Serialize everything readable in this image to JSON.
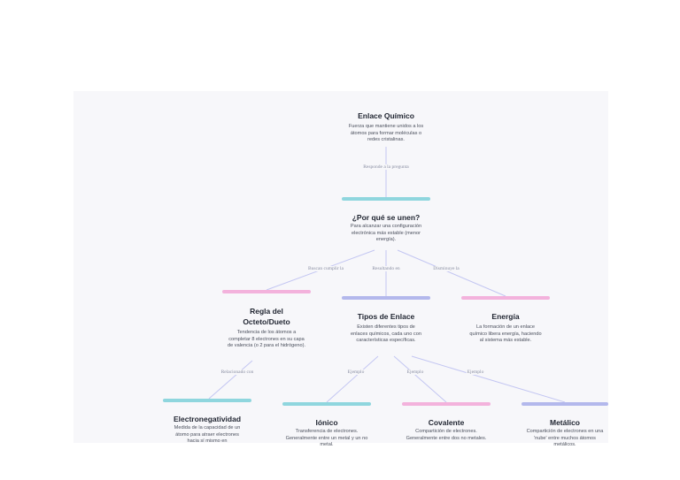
{
  "colors": {
    "cyan": "#8fd6de",
    "pink": "#f3b2dc",
    "lavender": "#b3b8ec",
    "edge": "#c3c6f2"
  },
  "nodes": {
    "root": {
      "title": "Enlace Químico",
      "desc": "Fuerza que mantiene unidos a los átomos para formar moléculas o redes cristalinas."
    },
    "why": {
      "title": "¿Por qué se unen?",
      "desc": "Para alcanzar una configuración electrónica más estable (menor energía)."
    },
    "octet": {
      "title": "Regla del Octeto/Dueto",
      "desc": "Tendencia de los átomos a completar 8 electrones en su capa de valencia (o 2 para el hidrógeno)."
    },
    "types": {
      "title": "Tipos de Enlace",
      "desc": "Existen diferentes tipos de enlaces químicos, cada uno con características específicas."
    },
    "energy": {
      "title": "Energía",
      "desc": "La formación de un enlace químico libera energía, haciendo al sistema más estable."
    },
    "electroneg": {
      "title": "Electronegatividad",
      "desc": "Medida de la capacidad de un átomo para atraer electrones hacia sí mismo en"
    },
    "ionic": {
      "title": "Iónico",
      "desc": "Transferencia de electrones. Generalmente entre un metal y un no metal."
    },
    "covalent": {
      "title": "Covalente",
      "desc": "Compartición de electrones. Generalmente entre dos no metales."
    },
    "metallic": {
      "title": "Metálico",
      "desc": "Compartición de electrones en una 'nube' entre muchos átomos metálicos."
    }
  },
  "edge_labels": {
    "root_why": "Responde a la pregunta",
    "why_octet": "Buscan cumplir la",
    "why_types": "Resultando en",
    "why_energy": "Disminuye la",
    "octet_electroneg": "Relacionado con",
    "types_ionic": "Ejemplo",
    "types_covalent": "Ejemplo",
    "types_metallic": "Ejemplo"
  }
}
